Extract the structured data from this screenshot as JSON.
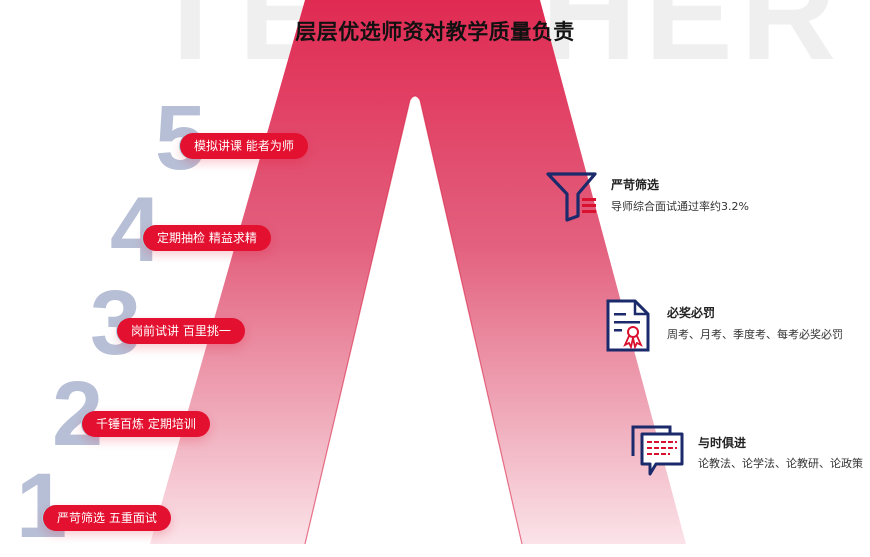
{
  "background_word": "TEACHER",
  "header": {
    "title": "层层优选师资对教学质量负责"
  },
  "colors": {
    "accent_red": "#e3102f",
    "band_red": "#e0355a",
    "number_gray": "#b7bfd6",
    "icon_navy": "#1b2a6b"
  },
  "steps": [
    {
      "number": "5",
      "label": "模拟讲课 能者为师"
    },
    {
      "number": "4",
      "label": "定期抽检 精益求精"
    },
    {
      "number": "3",
      "label": "岗前试讲 百里挑一"
    },
    {
      "number": "2",
      "label": "千锤百炼 定期培训"
    },
    {
      "number": "1",
      "label": "严苛筛选 五重面试"
    }
  ],
  "features": [
    {
      "icon": "funnel-icon",
      "title": "严苛筛选",
      "desc": "导师综合面试通过率约3.2%"
    },
    {
      "icon": "certificate-icon",
      "title": "必奖必罚",
      "desc": "周考、月考、季度考、每考必奖必罚"
    },
    {
      "icon": "chat-bubbles-icon",
      "title": "与时俱进",
      "desc": "论教法、论学法、论教研、论政策"
    }
  ]
}
